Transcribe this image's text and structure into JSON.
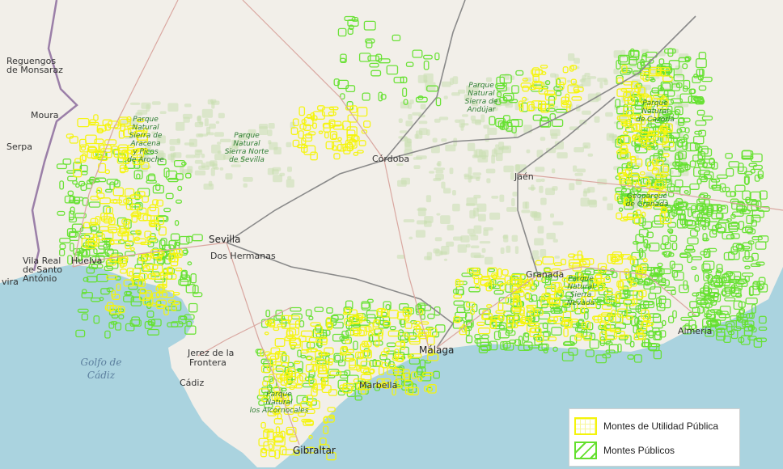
{
  "map": {
    "colors": {
      "sea": "#aad3df",
      "land": "#f2efe9",
      "forest_park": "#c8dfb0",
      "montes_utilidad_publica": "#f4f40a",
      "montes_publicos": "#64e02e",
      "road_primary": "#d9a7a0",
      "road_motorway": "#8a8a8a",
      "border": "#9b7fa8"
    },
    "places": [
      {
        "name": "Reguengos",
        "cls": "city"
      },
      {
        "name": "de Monsaraz",
        "cls": "city"
      },
      {
        "name": "Moura",
        "cls": "city"
      },
      {
        "name": "Serpa",
        "cls": "city"
      },
      {
        "name": "Vila Real",
        "cls": "city"
      },
      {
        "name": "de Santo",
        "cls": "city"
      },
      {
        "name": "António",
        "cls": "city"
      },
      {
        "name": "Huelva",
        "cls": "city"
      },
      {
        "name": "vira",
        "cls": "city"
      },
      {
        "name": "Sevilla",
        "cls": "city city-major"
      },
      {
        "name": "Dos Hermanas",
        "cls": "city"
      },
      {
        "name": "Córdoba",
        "cls": "city"
      },
      {
        "name": "Jaén",
        "cls": "city"
      },
      {
        "name": "Granada",
        "cls": "city"
      },
      {
        "name": "Almería",
        "cls": "city"
      },
      {
        "name": "Málaga",
        "cls": "city city-major"
      },
      {
        "name": "Marbella",
        "cls": "city"
      },
      {
        "name": "Jerez de la",
        "cls": "city"
      },
      {
        "name": "Frontera",
        "cls": "city"
      },
      {
        "name": "Cádiz",
        "cls": "city"
      },
      {
        "name": "Gibraltar",
        "cls": "city city-major"
      }
    ],
    "parks": [
      {
        "lines": [
          "Parque",
          "Natural",
          "Sierra de",
          "Aracena",
          "y Picos",
          "de Aroche"
        ]
      },
      {
        "lines": [
          "Parque",
          "Natural",
          "Sierra Norte",
          "de Sevilla"
        ]
      },
      {
        "lines": [
          "Parque",
          "Natural",
          "Sierra de",
          "Andújar"
        ]
      },
      {
        "lines": [
          "Parque",
          "Natural",
          "de Cazorla"
        ]
      },
      {
        "lines": [
          "Geoparque",
          "de Granada"
        ]
      },
      {
        "lines": [
          "Parque",
          "Natural",
          "Sierra",
          "Nevada"
        ]
      },
      {
        "lines": [
          "Parque",
          "Natural",
          "los Alcornocales"
        ]
      }
    ],
    "seas": [
      {
        "lines": [
          "Golfo de",
          "Cádiz"
        ]
      }
    ]
  },
  "legend": {
    "items": [
      {
        "label": "Montes de Utilidad Pública"
      },
      {
        "label": "Montes Públicos"
      }
    ]
  }
}
